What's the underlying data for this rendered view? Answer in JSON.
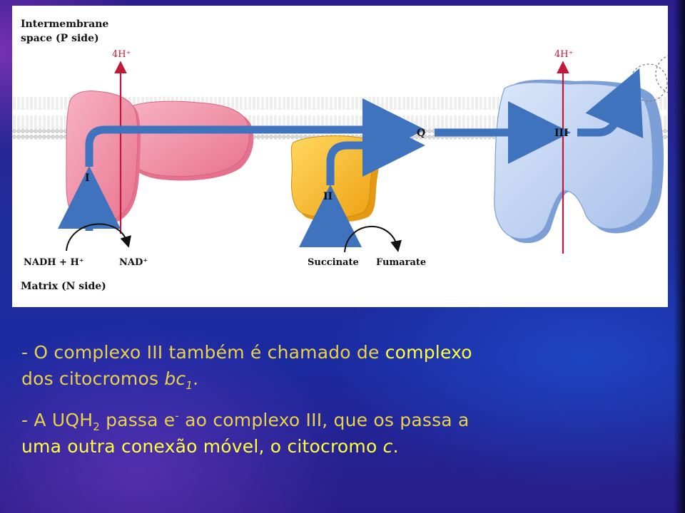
{
  "figure": {
    "top_left_label_line1": "Intermembrane",
    "top_left_label_line2": "space (P side)",
    "bottom_left_label": "Matrix (N side)",
    "proton_left": "4H⁺",
    "proton_right": "4H⁺",
    "complex_I": "I",
    "complex_II": "II",
    "complex_III": "III",
    "q_label": "Q",
    "nadh_label": "NADH + H⁺",
    "nad_label": "NAD⁺",
    "succinate_label": "Succinate",
    "fumarate_label": "Fumarate"
  },
  "bullets": [
    {
      "dash": "- ",
      "part1": "O complexo III também é chamado de ",
      "highlight": "complexo",
      "part2": "dos citocromos ",
      "italic": "bc",
      "sub": "1",
      "end": "."
    },
    {
      "dash": "- ",
      "part1": "A UQH",
      "sub": "2",
      "part2": " passa e",
      "sup": "-",
      "part3": " ao complexo III, que os passa a",
      "part4_colored": "uma outra conexão móvel,",
      "part5": " o citocromo ",
      "italic": "c",
      "end": "."
    }
  ],
  "colors": {
    "complex_I": "#f08fa8",
    "complex_II": "#f5b820",
    "complex_III": "#b9cff0",
    "arrow": "#4a7fc4",
    "proton_line": "#c2183a",
    "text": "#e8d24a",
    "text_highlight": "#ffff3a"
  }
}
